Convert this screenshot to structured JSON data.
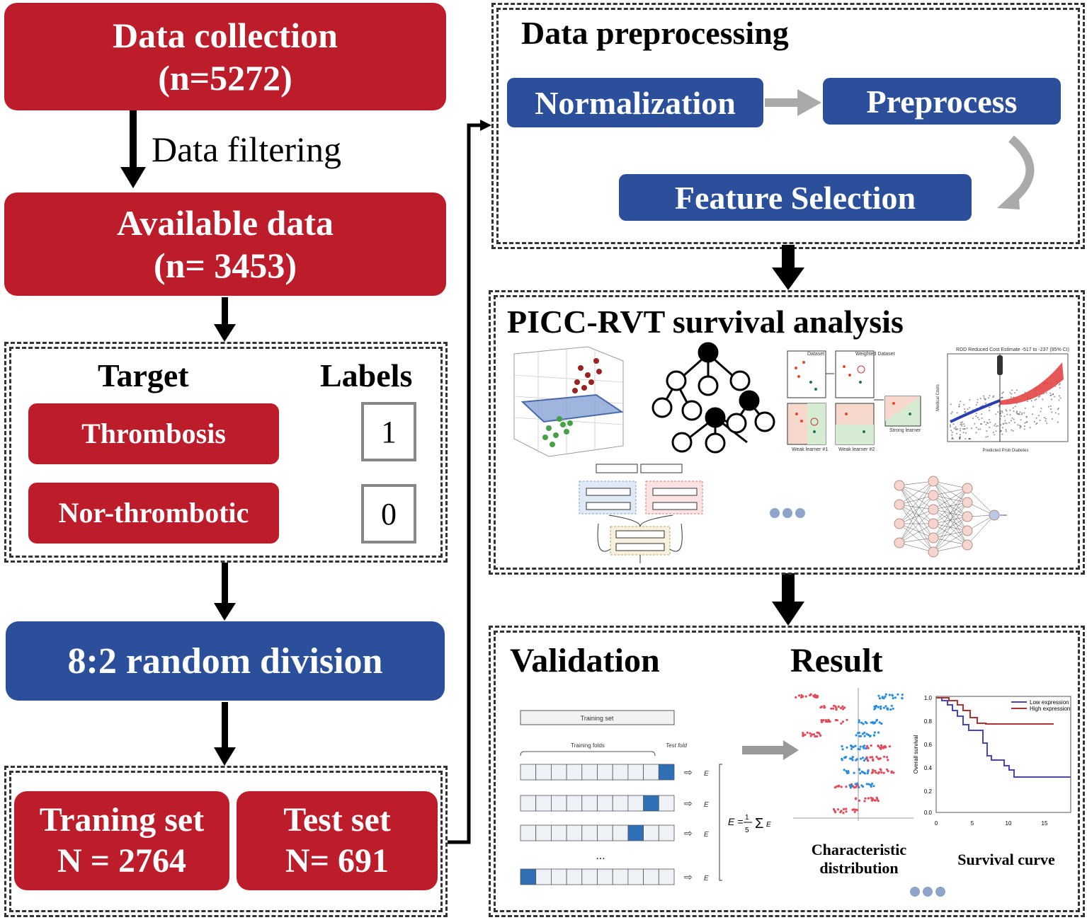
{
  "left": {
    "collection": {
      "line1": "Data collection",
      "line2": "(n=5272)"
    },
    "filtering_label": "Data filtering",
    "available": {
      "line1": "Available data",
      "line2": "(n= 3453)"
    },
    "target_header": "Target",
    "labels_header": "Labels",
    "targets": [
      {
        "name": "Thrombosis",
        "label": "1"
      },
      {
        "name": "Nor-thrombotic",
        "label": "0"
      }
    ],
    "division": "8:2 random division",
    "training": {
      "line1": "Traning set",
      "line2": "N = 2764"
    },
    "test": {
      "line1": "Test set",
      "line2": "N= 691"
    }
  },
  "preprocessing": {
    "title": "Data preprocessing",
    "normalization": "Normalization",
    "preprocess": "Preprocess",
    "feature_selection": "Feature Selection"
  },
  "analysis": {
    "title": "PICC-RVT survival analysis",
    "rdd_title": "RDD Reduced Cost Estimate -517 to -237 (95% CI)",
    "rdd_xlabel": "Predicted Prob Diabetes",
    "rdd_ylabel": "Medical Costs",
    "boost_dataset": "Dataset",
    "boost_weighted": "Weighted Dataset",
    "boost_weak1": "Weak learner #1",
    "boost_weak2": "Weak learner #2",
    "boost_strong": "Strong learner"
  },
  "result_panel": {
    "validation_title": "Validation",
    "result_title": "Result",
    "training_set": "Training set",
    "training_folds": "Training folds",
    "test_fold": "Test fold",
    "dots": "...",
    "char_line1": "Characteristic",
    "char_line2": "distribution",
    "survival_caption": "Survival curve",
    "legend_low": "Low expression",
    "legend_high": "High expression",
    "survival_ylabel": "Overall survival"
  },
  "colors": {
    "red": "#bd1c2b",
    "blue": "#2b4f9b"
  }
}
